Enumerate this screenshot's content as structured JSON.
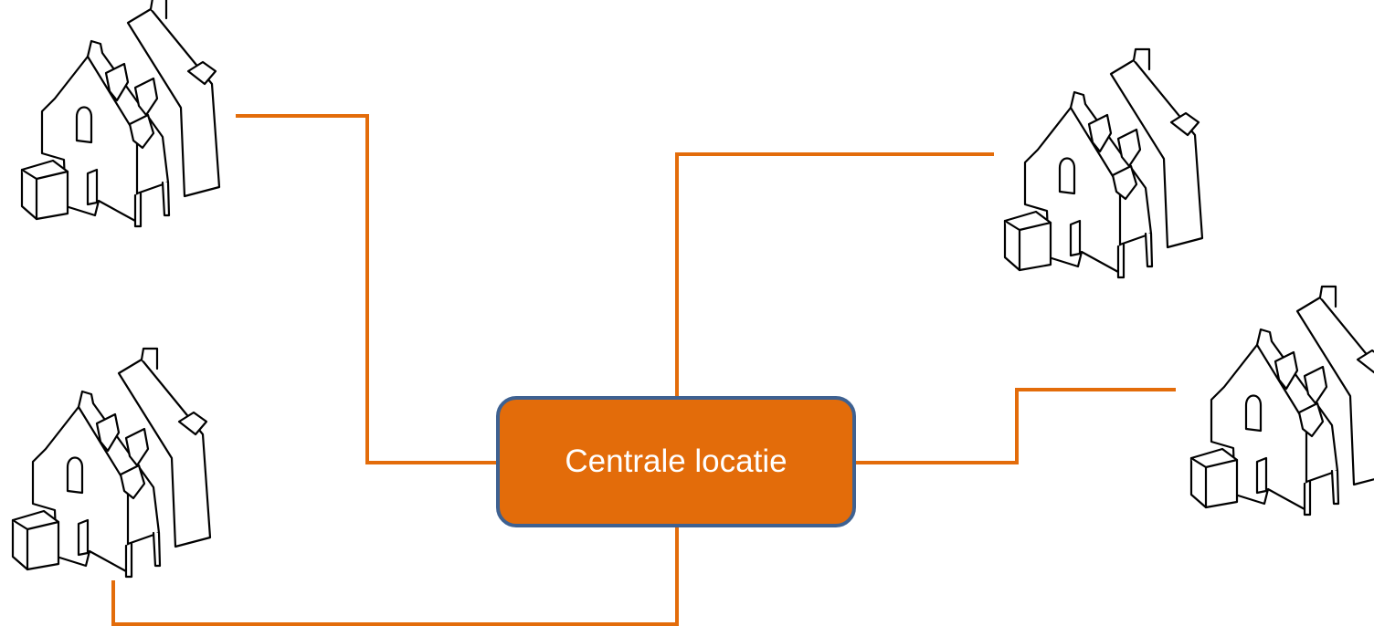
{
  "diagram": {
    "central_node": {
      "label": "Centrale locatie"
    },
    "colors": {
      "connector": "#e36c0a",
      "box_fill": "#e36c0a",
      "box_border": "#3e6191",
      "box_text": "#ffffff",
      "sketch_stroke": "#000000"
    },
    "houses": [
      {
        "id": "top-left",
        "icon": "house-sketch-icon"
      },
      {
        "id": "bottom-left",
        "icon": "house-sketch-icon"
      },
      {
        "id": "top-right",
        "icon": "house-sketch-icon"
      },
      {
        "id": "middle-right",
        "icon": "house-sketch-icon"
      }
    ]
  }
}
